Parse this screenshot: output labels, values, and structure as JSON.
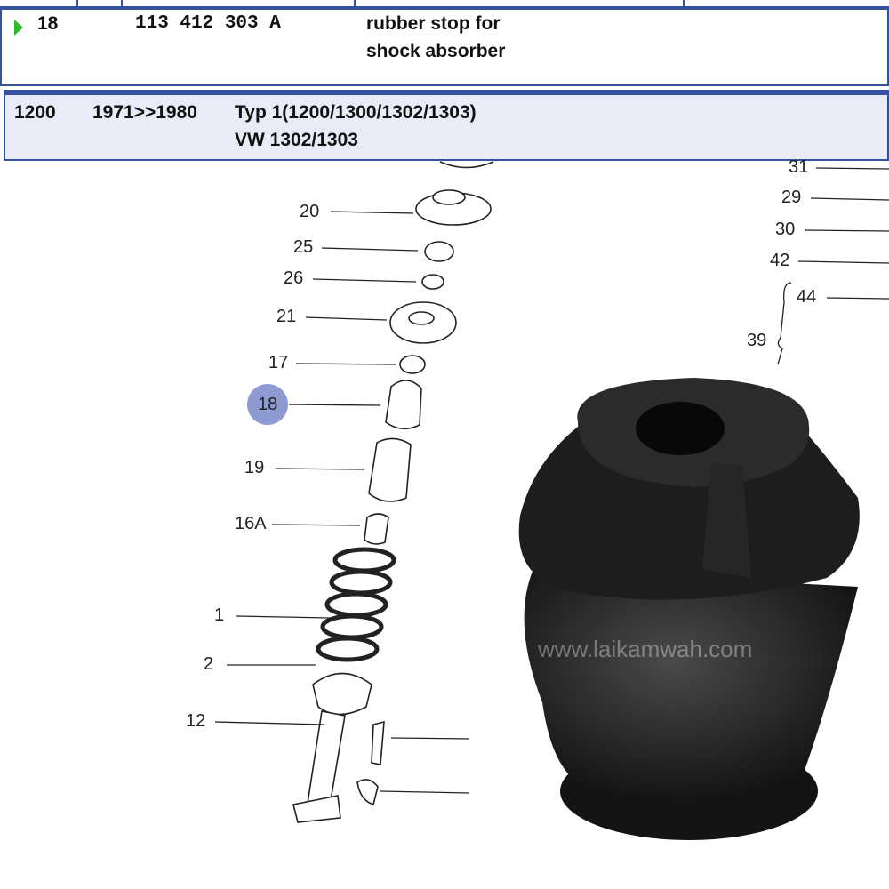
{
  "part_row": {
    "position": "18",
    "part_number": "113 412 303 A",
    "description_line1": "rubber stop for",
    "description_line2": "shock absorber"
  },
  "model_row": {
    "model": "1200",
    "years": "1971>>1980",
    "type_line1": "Typ 1(1200/1300/1302/1303)",
    "type_line2": "VW 1302/1303"
  },
  "diagram": {
    "callouts": [
      "20",
      "25",
      "26",
      "21",
      "17",
      "18",
      "19",
      "16A",
      "1",
      "2",
      "12"
    ],
    "right_callouts": [
      "31",
      "29",
      "30",
      "42",
      "44",
      "39"
    ],
    "highlighted": "18",
    "highlight_color": "#8e9ad2"
  },
  "photo": {
    "watermark": "www.laikamwah.com"
  },
  "colors": {
    "border": "#3452a0",
    "row_bg": "#e9ebf6",
    "arrow": "#2bbb2b"
  }
}
